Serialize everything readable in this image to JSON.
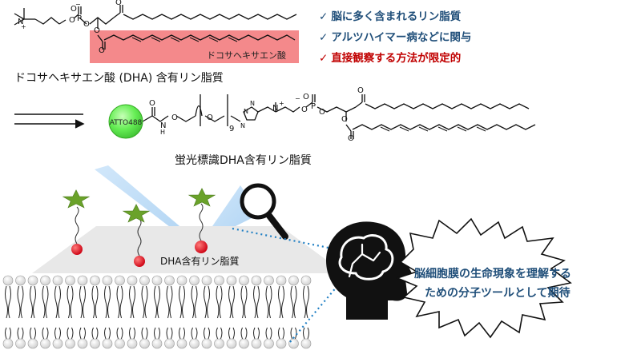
{
  "top_molecule": {
    "highlight_label": "ドコサヘキサエン酸",
    "caption": "ドコサヘキサエン酸 (DHA) 含有リン脂質"
  },
  "features": [
    {
      "mark": "✓",
      "text": "脳に多く含まれるリン脂質"
    },
    {
      "mark": "✓",
      "text": "アルツハイマー病などに関与"
    },
    {
      "mark": "✓",
      "text": "直接観察する方法が限定的"
    }
  ],
  "probe": {
    "dye_label": "ATTO488",
    "peg_subscript": "9",
    "caption": "蛍光標識DHA含有リン脂質"
  },
  "membrane": {
    "label": "DHA含有リン脂質"
  },
  "speech": {
    "line1": "脳細胞膜の生命現象を理解する",
    "line2": "ための分子ツールとして期待"
  },
  "colors": {
    "highlight": "#f4898b",
    "feature_text": "#1f4e79",
    "feature_alert": "#c00000",
    "dye": "#66ee55",
    "star": "#6aa22a",
    "lipid_red": "#dd0011",
    "beam": "#bfdcf6",
    "dotted_line": "#1f7fc4"
  }
}
